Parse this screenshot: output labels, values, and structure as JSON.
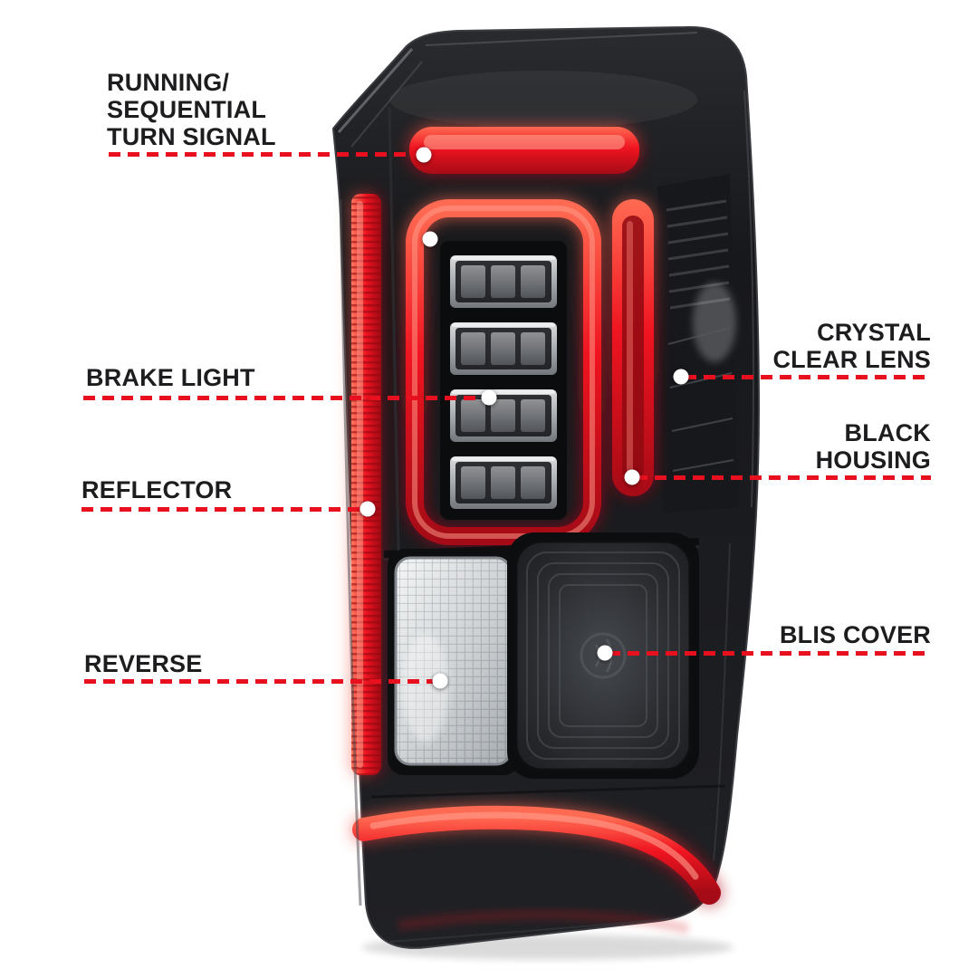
{
  "colors": {
    "accent_red": "#e8101e",
    "label_text": "#1d1d1f",
    "background": "#ffffff"
  },
  "callouts": {
    "turn_signal": {
      "line1": "RUNNING/",
      "line2": "SEQUENTIAL",
      "line3": "TURN SIGNAL"
    },
    "brake_light": {
      "label": "BRAKE LIGHT"
    },
    "reflector": {
      "label": "REFLECTOR"
    },
    "reverse": {
      "label": "REVERSE"
    },
    "crystal_clear_lens": {
      "line1": "CRYSTAL",
      "line2": "CLEAR LENS"
    },
    "black_housing": {
      "line1": "BLACK",
      "line2": "HOUSING"
    },
    "blis_cover": {
      "label": "BLIS COVER"
    }
  }
}
